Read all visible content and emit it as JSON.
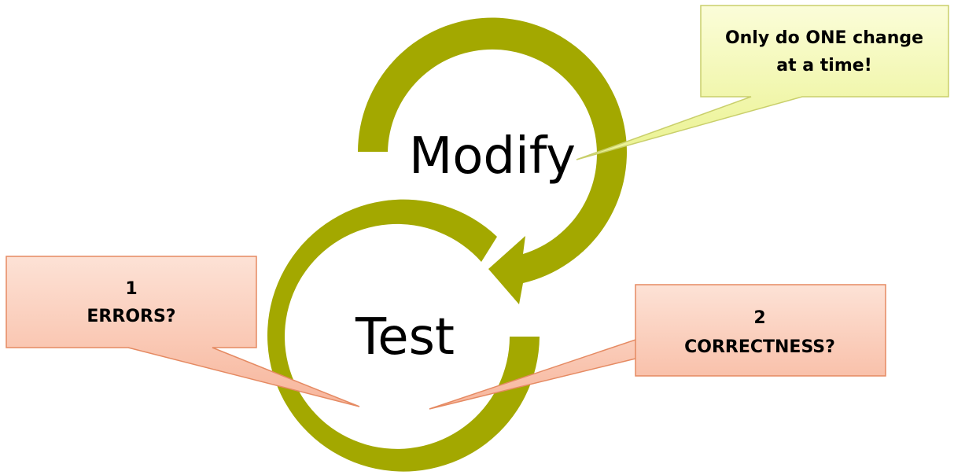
{
  "cycle": {
    "top_label": "Modify",
    "bottom_label": "Test",
    "arrow_color": "#a3a800"
  },
  "callouts": {
    "tip": {
      "line1": "Only do ONE change",
      "line2": "at a time!",
      "fill": "#f2f7b0",
      "stroke": "#c9cf6b"
    },
    "errors": {
      "line1": "1",
      "line2": "ERRORS?",
      "fill": "#f9c4b0",
      "stroke": "#e58a62"
    },
    "correctness": {
      "line1": "2",
      "line2": "CORRECTNESS?",
      "fill": "#f9c4b0",
      "stroke": "#e58a62"
    }
  }
}
